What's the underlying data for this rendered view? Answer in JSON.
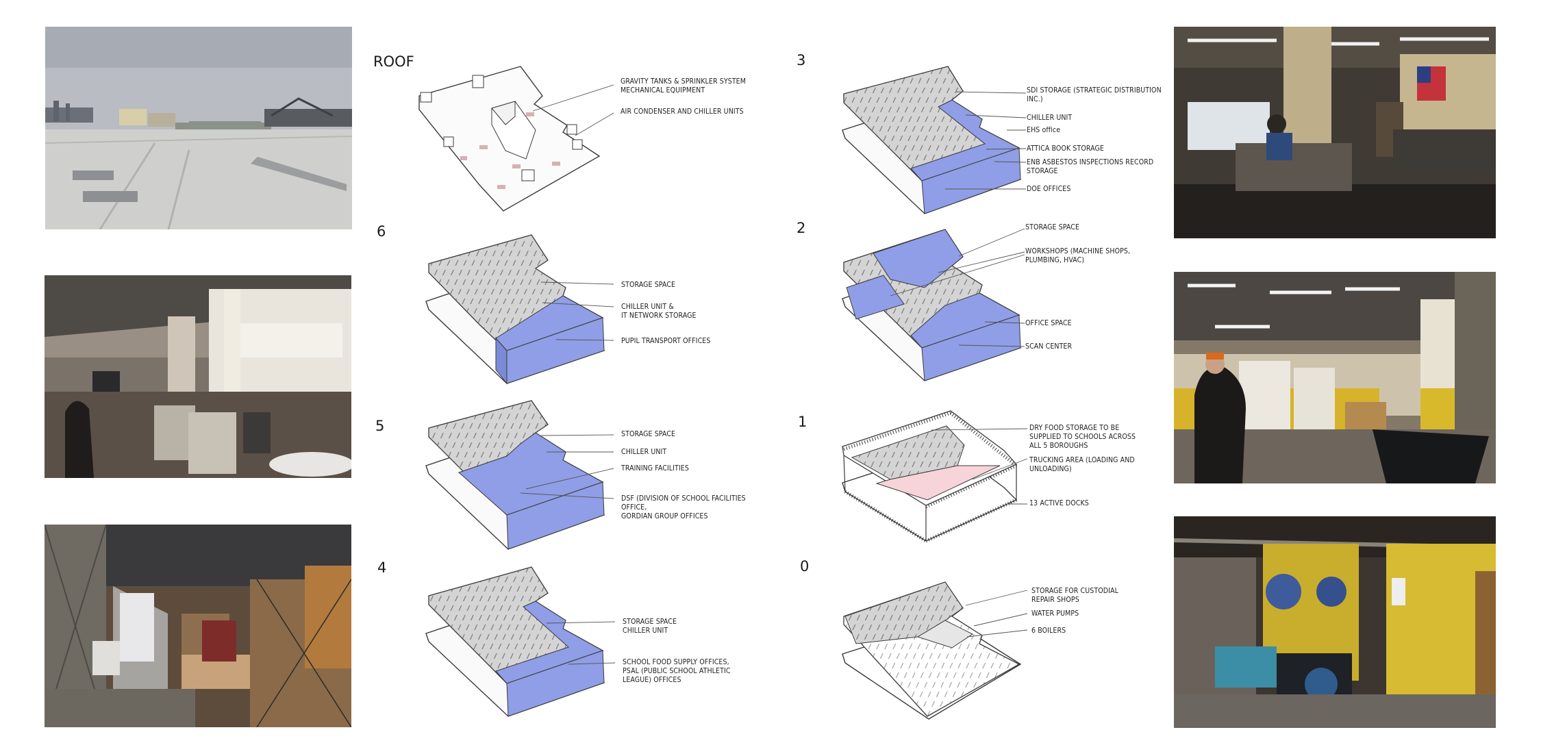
{
  "floors": {
    "roof": {
      "title": "ROOF",
      "labels": [
        "GRAVITY TANKS & SPRINKLER SYSTEM\nMECHANICAL EQUIPMENT",
        "AIR CONDENSER AND CHILLER UNITS"
      ]
    },
    "f6": {
      "title": "6",
      "labels": [
        "STORAGE SPACE",
        "CHILLER UNIT &\nIT NETWORK STORAGE",
        "PUPIL TRANSPORT OFFICES"
      ]
    },
    "f5": {
      "title": "5",
      "labels": [
        "STORAGE SPACE",
        "CHILLER UNIT",
        "TRAINING FACILITIES",
        "DSF (DIVISION OF SCHOOL FACILITIES\nOFFICE,\nGORDIAN GROUP OFFICES"
      ]
    },
    "f4": {
      "title": "4",
      "labels": [
        "STORAGE SPACE\nCHILLER UNIT",
        "SCHOOL FOOD SUPPLY OFFICES,\nPSAL (PUBLIC SCHOOL ATHLETIC\nLEAGUE) OFFICES"
      ]
    },
    "f3": {
      "title": "3",
      "labels": [
        "SDI STORAGE (STRATEGIC DISTRIBUTION\nINC.)",
        "CHILLER UNIT",
        "EHS office",
        "ATTICA BOOK STORAGE",
        "ENB ASBESTOS INSPECTIONS RECORD\nSTORAGE",
        "DOE OFFICES"
      ]
    },
    "f2": {
      "title": "2",
      "labels": [
        "STORAGE SPACE",
        "WORKSHOPS (MACHINE SHOPS,\nPLUMBING, HVAC)",
        "OFFICE SPACE",
        "SCAN CENTER"
      ]
    },
    "f1": {
      "title": "1",
      "labels": [
        "DRY FOOD STORAGE TO BE\nSUPPLIED TO SCHOOLS ACROSS\nALL 5 BOROUGHS",
        "TRUCKING AREA (LOADING AND\nUNLOADING)",
        "13 ACTIVE DOCKS"
      ]
    },
    "f0": {
      "title": "0",
      "labels": [
        "STORAGE FOR CUSTODIAL\nREPAIR SHOPS",
        "WATER PUMPS",
        "6 BOILERS"
      ]
    }
  },
  "colors": {
    "office": "#8f9ee6",
    "storage": "#d4d4d4",
    "loading": "#f6d4da",
    "outline": "#3a3a3a"
  }
}
